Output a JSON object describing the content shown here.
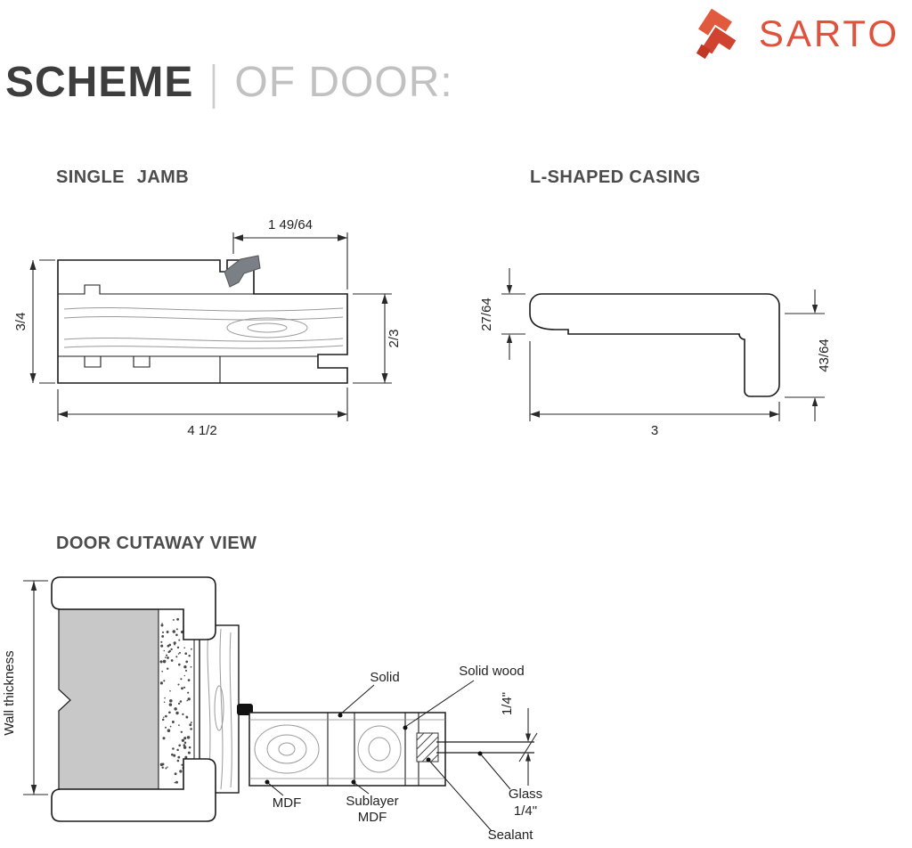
{
  "brand": {
    "name": "SARTO"
  },
  "icons": {
    "brand_mark": "triple-chevron-logo"
  },
  "header": {
    "title_primary": "SCHEME",
    "separator": "|",
    "title_secondary": "OF DOOR:"
  },
  "single_jamb": {
    "heading": "SINGLE JAMB",
    "dim_top": "1 49/64",
    "dim_left": "3/4",
    "dim_right": "2/3",
    "dim_bottom": "4 1/2"
  },
  "l_casing": {
    "heading": "L-SHAPED CASING",
    "dim_thickness": "27/64",
    "dim_leg": "43/64",
    "dim_width": "3"
  },
  "cutaway": {
    "heading": "DOOR CUTAWAY VIEW",
    "wall_thickness": "Wall thickness",
    "solid": "Solid",
    "solid_wood": "Solid wood",
    "glass_thickness": "1/4\"",
    "mdf": "MDF",
    "sublayer_line1": "Sublayer",
    "sublayer_line2": "MDF",
    "glass_line1": "Glass",
    "glass_line2": "1/4\"",
    "sealant": "Sealant"
  },
  "colors": {
    "accent": "#e0523e",
    "ink": "#1b1b1b",
    "heading": "#4c4c4c",
    "title_light": "#c2c1c1",
    "wall_gray": "#c8c8c8",
    "seal_gray": "#7b8087"
  }
}
